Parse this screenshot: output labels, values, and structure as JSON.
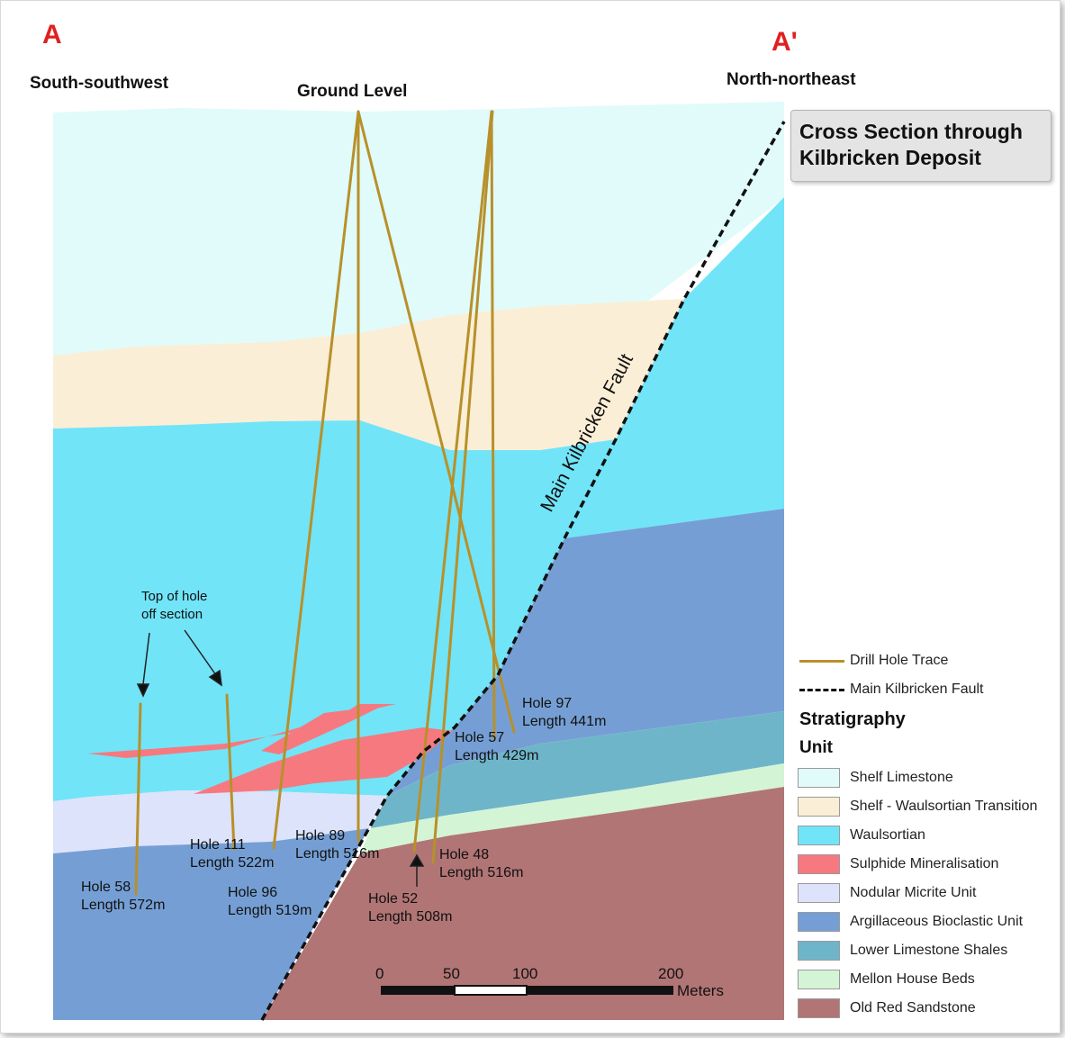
{
  "section_start_label": "A",
  "section_end_label": "A'",
  "direction_left": "South-southwest",
  "direction_right": "North-northeast",
  "ground_level_label": "Ground Level",
  "title_line1": "Cross Section through",
  "title_line2": "Kilbricken Deposit",
  "fault_label": "Main Kilbricken Fault",
  "annotation_line1": "Top of hole",
  "annotation_line2": "off section",
  "holes": [
    {
      "id": "hole-58",
      "name": "Hole 58",
      "length": "Length 572m"
    },
    {
      "id": "hole-111",
      "name": "Hole 111",
      "length": "Length 522m"
    },
    {
      "id": "hole-96",
      "name": "Hole 96",
      "length": "Length 519m"
    },
    {
      "id": "hole-89",
      "name": "Hole 89",
      "length": "Length 516m"
    },
    {
      "id": "hole-52",
      "name": "Hole 52",
      "length": "Length 508m"
    },
    {
      "id": "hole-48",
      "name": "Hole 48",
      "length": "Length 516m"
    },
    {
      "id": "hole-57",
      "name": "Hole 57",
      "length": "Length 429m"
    },
    {
      "id": "hole-97",
      "name": "Hole 97",
      "length": "Length 441m"
    }
  ],
  "scale_bar": {
    "ticks": [
      "0",
      "50",
      "100",
      "200"
    ],
    "unit": "Meters"
  },
  "legend": {
    "line_items": [
      {
        "label": "Drill Hole Trace",
        "color": "#b8902a",
        "style": "solid"
      },
      {
        "label": "Main Kilbricken Fault",
        "color": "#111111",
        "style": "dashed"
      }
    ],
    "heading": "Stratigraphy",
    "subheading": "Unit",
    "units": [
      {
        "label": "Shelf Limestone",
        "color": "#e0fbfa"
      },
      {
        "label": "Shelf - Waulsortian Transition",
        "color": "#fbeed6"
      },
      {
        "label": "Waulsortian",
        "color": "#71e4f8"
      },
      {
        "label": "Sulphide Mineralisation",
        "color": "#f6797f"
      },
      {
        "label": "Nodular Micrite Unit",
        "color": "#dde3fb"
      },
      {
        "label": "Argillaceous Bioclastic Unit",
        "color": "#759fd4"
      },
      {
        "label": "Lower Limestone Shales",
        "color": "#6fb5ca"
      },
      {
        "label": "Mellon House Beds",
        "color": "#d4f4d6"
      },
      {
        "label": "Old Red Sandstone",
        "color": "#b17575"
      }
    ]
  }
}
